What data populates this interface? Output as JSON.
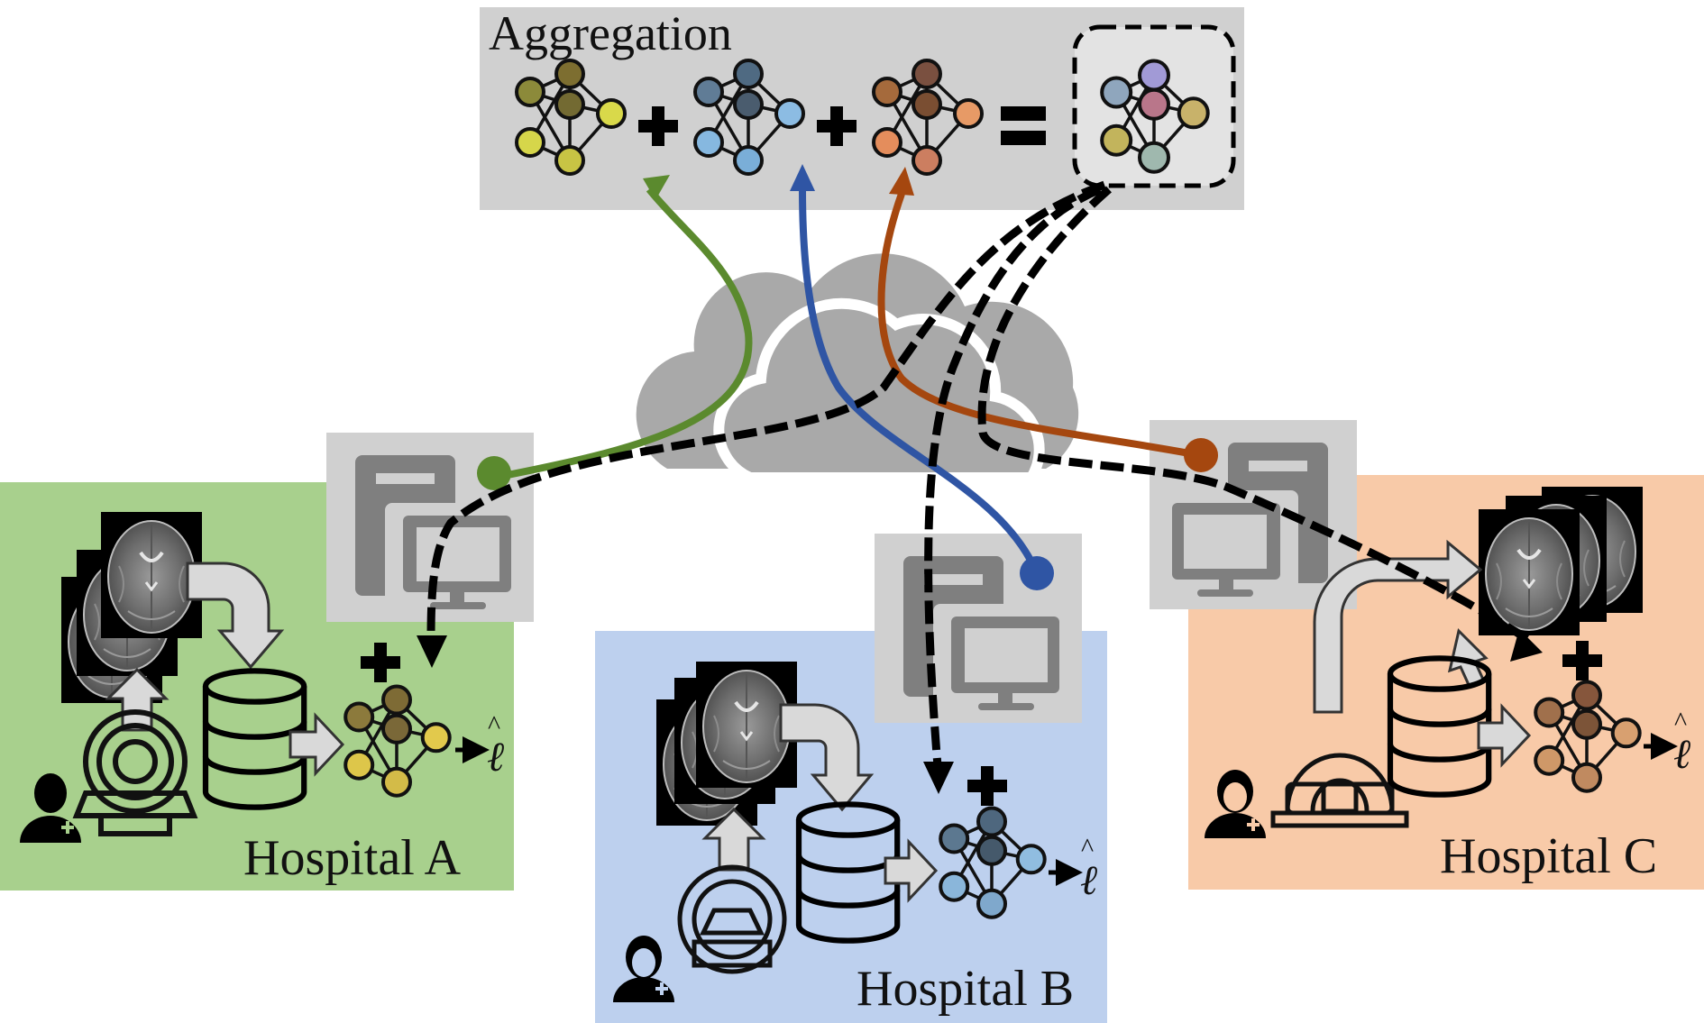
{
  "aggregation": {
    "title": "Aggregation",
    "plus_symbol": "+",
    "equals_symbol": "=",
    "models": [
      {
        "name": "hospital-a-model",
        "colors": [
          "#8c8a3a",
          "#7d6e30",
          "#736a32",
          "#d9d94a",
          "#d6d64a",
          "#c8c444"
        ]
      },
      {
        "name": "hospital-b-model",
        "colors": [
          "#607c96",
          "#4f6a82",
          "#4a5c6e",
          "#8cbce3",
          "#86b8e0",
          "#7aaed8"
        ]
      },
      {
        "name": "hospital-c-model",
        "colors": [
          "#a56a3c",
          "#7a5040",
          "#7a4e32",
          "#e79a66",
          "#e48d5c",
          "#cc7e60"
        ]
      }
    ],
    "global_model_colors": [
      "#8fa6bd",
      "#a19ad6",
      "#b9768a",
      "#c8b26a",
      "#c2b45c",
      "#9fb8ae"
    ]
  },
  "cloud": {
    "icon": "cloud-icon",
    "color": "#a9a9a9"
  },
  "flows": {
    "upload_colors": {
      "hospital_a": "#5b8a2e",
      "hospital_b": "#2f55a4",
      "hospital_c": "#a5470f"
    },
    "download_style": "dashed",
    "download_color": "#000000"
  },
  "hospitals": [
    {
      "id": "a",
      "label": "Hospital A",
      "bg": "#a8d08d",
      "output": "ℓ",
      "plus": "+",
      "model_colors": [
        "#8c7a3c",
        "#7e6b35",
        "#7a6838",
        "#e2c94c",
        "#ddc64a",
        "#d3bb48"
      ]
    },
    {
      "id": "b",
      "label": "Hospital B",
      "bg": "#bdd0ee",
      "output": "ℓ",
      "plus": "+",
      "model_colors": [
        "#5c7890",
        "#4e677e",
        "#45596b",
        "#90bde0",
        "#8ab6da",
        "#7fa8cc"
      ]
    },
    {
      "id": "c",
      "label": "Hospital C",
      "bg": "#f8caa8",
      "output": "ℓ",
      "plus": "+",
      "model_colors": [
        "#a0704c",
        "#86563c",
        "#7c5438",
        "#d8a070",
        "#cf9868",
        "#c08a60"
      ]
    }
  ],
  "icons": {
    "computer": "computer-icon",
    "database": "database-icon",
    "mri_scanner": "mri-scanner-icon",
    "brain_scan": "brain-scan-icon",
    "doctor": "doctor-icon",
    "neural_network": "neural-network-icon"
  }
}
